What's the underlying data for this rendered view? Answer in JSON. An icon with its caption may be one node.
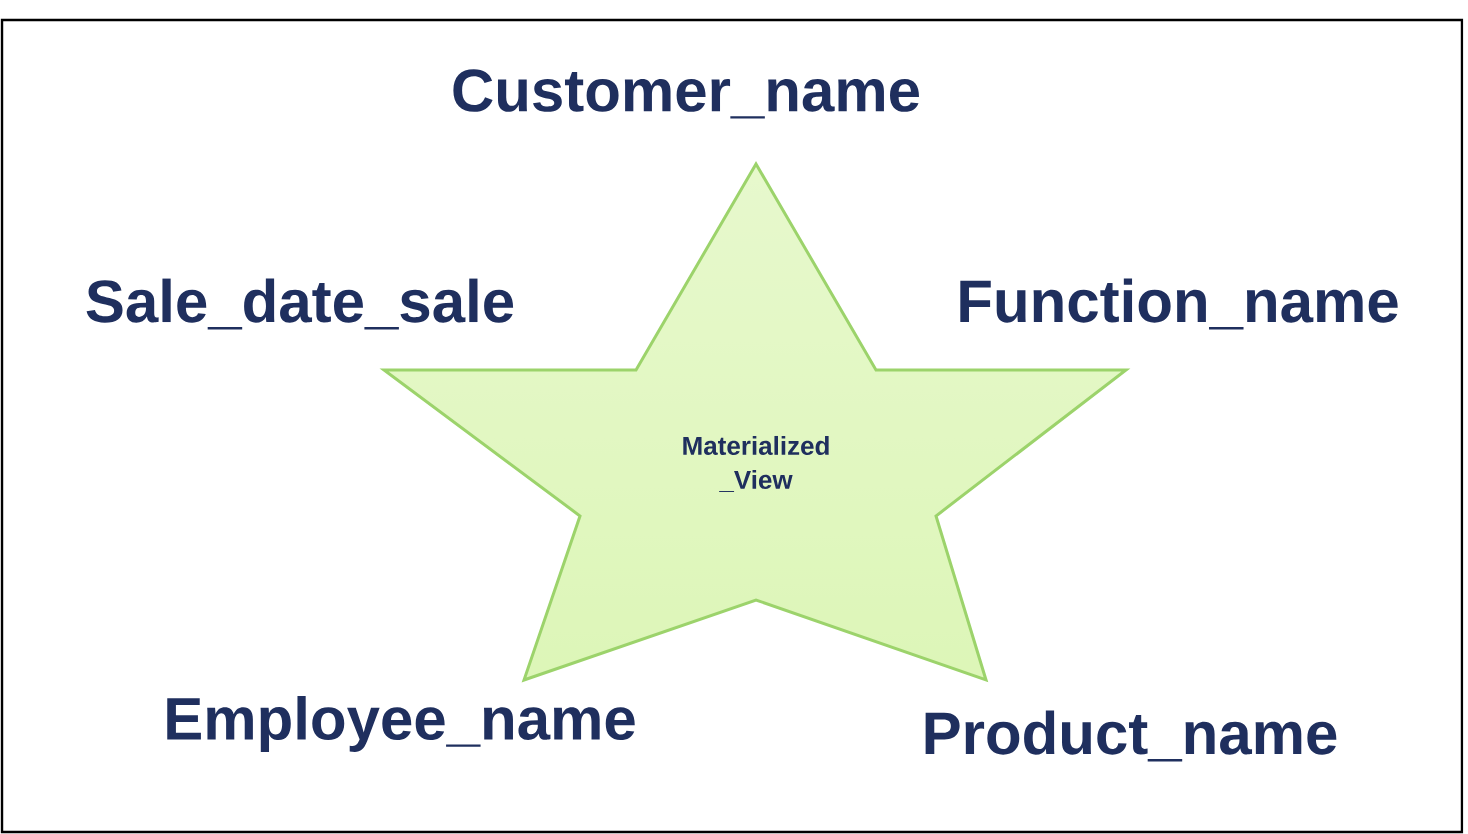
{
  "diagram": {
    "nodes": [
      {
        "text": [
          "Materialized _View"
        ]
      }
    ],
    "labels": [
      "Customer_name",
      "Sale_date_sale",
      "Function_name",
      "Employee_name",
      "Product_name"
    ]
  }
}
